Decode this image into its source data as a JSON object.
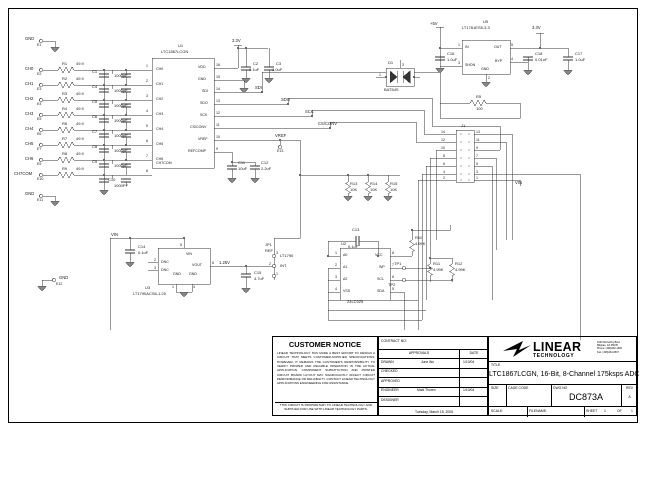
{
  "sheet": {
    "title_block": {
      "customer_notice_heading": "CUSTOMER NOTICE",
      "customer_notice_body": "LINEAR TECHNOLOGY HAS MADE A BEST EFFORT TO DESIGN A CIRCUIT THAT MEETS CUSTOMER-SUPPLIED SPECIFICATIONS; HOWEVER, IT REMAINS THE CUSTOMER'S RESPONSIBILITY TO VERIFY PROPER AND RELIABLE OPERATION IN THE ACTUAL APPLICATION.  COMPONENT SUBSTITUTION AND PRINTED CIRCUIT BOARD LAYOUT MAY SIGNIFICANTLY AFFECT CIRCUIT PERFORMANCE OR RELIABILITY.  CONTACT LINEAR TECHNOLOGY APPLICATIONS ENGINEERING FOR ASSISTANCE.",
      "customer_notice_footer": "THIS CIRCUIT IS PROPRIETARY TO LINEAR TECHNOLOGY AND SUPPLIED FOR USE WITH LINEAR TECHNOLOGY PARTS.",
      "contract_no_label": "CONTRACT NO:",
      "approvals_label": "APPROVALS",
      "date_label": "DATE",
      "rows": [
        {
          "role": "DRAWN",
          "name": "June Wu",
          "date": "1/10/04"
        },
        {
          "role": "CHECKED",
          "name": "",
          "date": ""
        },
        {
          "role": "APPROVED",
          "name": "",
          "date": ""
        },
        {
          "role": "ENGINEER",
          "name": "Mark Thoren",
          "date": "1/10/04"
        },
        {
          "role": "DESIGNER",
          "name": "",
          "date": ""
        }
      ],
      "print_date": "Tuesday, March 15, 2005",
      "company_name": "LINEAR",
      "company_sub": "TECHNOLOGY",
      "company_address": "1630 McCarthy Blvd.\nMilpitas, CA 95035\nPhone: (408)432-1900\nFax: (408)434-0507",
      "title_label": "TITLE",
      "title_value": "LTC1867LCGN, 16-Bit, 8-Channel 175ksps ADC",
      "size_label": "SIZE",
      "size_value": "",
      "cage_code_label": "CAGE CODE",
      "cage_code_value": "",
      "dwg_no_label": "DWG.NO",
      "dwg_no_value": "DC873A",
      "rev_label": "REV",
      "rev_value": "A",
      "scale_label": "SCALE:",
      "scale_value": "",
      "filename_label": "FILENAME:",
      "filename_value": "",
      "sheet_label": "SHEET",
      "sheet_number": "1",
      "of_label": "OF",
      "sheet_total": "1"
    },
    "nets": {
      "gnd_top": "GND",
      "gnd_top_ref": "E1",
      "gnd_bottom": "GND",
      "gnd_bottom_ref": "E11",
      "gnd_u3": "GND",
      "gnd_u3_ref": "E12",
      "vref": "VREF",
      "vref_ref": "E13",
      "v3v3_a": "3.3V",
      "v3v3_b": "3.3V",
      "v5": "+5V",
      "vin_left": "VIN",
      "vin_right": "VIN",
      "sdi": "SDI",
      "sdo": "SDO",
      "sck": "SCK",
      "cs_conv": "CS/CONV",
      "ref_125": "1.25V"
    },
    "channels": [
      {
        "name": "CH0",
        "ref": "E2",
        "res": "R1",
        "res_val": "49.9",
        "cap": "C1",
        "cap_val": "1000pF",
        "pin": "1"
      },
      {
        "name": "CH1",
        "ref": "E3",
        "res": "R2",
        "res_val": "49.9",
        "cap": "C4",
        "cap_val": "1000pF",
        "pin": "2"
      },
      {
        "name": "CH2",
        "ref": "E4",
        "res": "R3",
        "res_val": "49.9",
        "cap": "C5",
        "cap_val": "1000pF",
        "pin": "3"
      },
      {
        "name": "CH3",
        "ref": "E5",
        "res": "R4",
        "res_val": "49.9",
        "cap": "C6",
        "cap_val": "1000pF",
        "pin": "4"
      },
      {
        "name": "CH4",
        "ref": "E6",
        "res": "R6",
        "res_val": "49.9",
        "cap": "C7",
        "cap_val": "1000pF",
        "pin": "5"
      },
      {
        "name": "CH5",
        "ref": "E7",
        "res": "R7",
        "res_val": "49.9",
        "cap": "C8",
        "cap_val": "1000pF",
        "pin": "6"
      },
      {
        "name": "CH6",
        "ref": "E9",
        "res": "R8",
        "res_val": "49.9",
        "cap": "C9",
        "cap_val": "1000pF",
        "pin": "7"
      },
      {
        "name": "CH7COM",
        "ref": "E10",
        "res": "R9",
        "res_val": "49.9",
        "cap": "C10",
        "cap_val": "1000PF",
        "pin": "8"
      }
    ],
    "components": {
      "u1": {
        "refdes": "U1",
        "part": "LTC1867LCGN",
        "left_pins": [
          {
            "num": "1",
            "name": "CH0"
          },
          {
            "num": "2",
            "name": "CH1"
          },
          {
            "num": "3",
            "name": "CH2"
          },
          {
            "num": "4",
            "name": "CH3"
          },
          {
            "num": "5",
            "name": "CH4"
          },
          {
            "num": "6",
            "name": "CH5"
          },
          {
            "num": "7",
            "name": "CH6"
          },
          {
            "num": "8",
            "name": "CH7COM"
          }
        ],
        "right_pins": [
          {
            "num": "16",
            "name": "VDD"
          },
          {
            "num": "15",
            "name": "GND"
          },
          {
            "num": "14",
            "name": "SDI"
          },
          {
            "num": "13",
            "name": "SDO"
          },
          {
            "num": "12",
            "name": "SCK"
          },
          {
            "num": "11",
            "name": "CS/CONV"
          },
          {
            "num": "10",
            "name": "VREF"
          },
          {
            "num": "9",
            "name": "REFCOMP"
          }
        ]
      },
      "u2": {
        "refdes": "U2",
        "part": "24LC025",
        "left_pins": [
          {
            "num": "1",
            "name": "A0"
          },
          {
            "num": "2",
            "name": "A1"
          },
          {
            "num": "3",
            "name": "A2"
          },
          {
            "num": "4",
            "name": "VSS"
          }
        ],
        "right_pins": [
          {
            "num": "8",
            "name": "VCC"
          },
          {
            "num": "7",
            "name": "WP"
          },
          {
            "num": "6",
            "name": "SCL"
          },
          {
            "num": "5",
            "name": "SDA"
          }
        ]
      },
      "u3": {
        "refdes": "U3",
        "part": "LT1790ACS6-1.25",
        "pins": [
          {
            "num": "2",
            "name": "DNC"
          },
          {
            "num": "3",
            "name": "DNC"
          },
          {
            "num": "5",
            "name": "VIN"
          },
          {
            "num": "6",
            "name": "VOUT"
          },
          {
            "num": "1",
            "name": "GND"
          },
          {
            "num": "4",
            "name": "GND"
          }
        ]
      },
      "u5": {
        "refdes": "U5",
        "part": "LT1761ES5-3.3",
        "pins": [
          {
            "num": "1",
            "name": "IN"
          },
          {
            "num": "3",
            "name": "SHDN"
          },
          {
            "num": "5",
            "name": "OUT"
          },
          {
            "num": "4",
            "name": "BYP"
          },
          {
            "num": "2",
            "name": "GND"
          }
        ]
      },
      "d1": {
        "refdes": "D1",
        "part": "BAT54S",
        "pin_a": "1",
        "pin_b": "3",
        "pin_c": "2"
      },
      "j1": {
        "refdes": "J1",
        "left_pins": [
          "14",
          "12",
          "10",
          "8",
          "6",
          "4",
          "2"
        ],
        "right_pins": [
          "13",
          "11",
          "9",
          "7",
          "5",
          "3",
          "1"
        ]
      },
      "jp1": {
        "refdes": "JP1",
        "label": "REF",
        "opt_a": "LT1790",
        "opt_b": "INT.",
        "pin1": "1",
        "pin2": "2",
        "pin3": "3"
      }
    },
    "passives": [
      {
        "ref": "C2",
        "val": "0.1uF"
      },
      {
        "ref": "C3",
        "val": "1.0uF"
      },
      {
        "ref": "C11",
        "val": "10uF"
      },
      {
        "ref": "C12",
        "val": "2.2uF"
      },
      {
        "ref": "C13",
        "val": "0.1uF"
      },
      {
        "ref": "C14",
        "val": "0.1uF"
      },
      {
        "ref": "C15",
        "val": "4.7uF"
      },
      {
        "ref": "C16",
        "val": "1.0uF"
      },
      {
        "ref": "C17",
        "val": "1.0uF"
      },
      {
        "ref": "C18",
        "val": "0.01uF"
      },
      {
        "ref": "R5",
        "val": "100"
      },
      {
        "ref": "R10",
        "val": "4.99K"
      },
      {
        "ref": "R11",
        "val": "4.99K"
      },
      {
        "ref": "R12",
        "val": "4.99K"
      },
      {
        "ref": "R13",
        "val": "10K"
      },
      {
        "ref": "R14",
        "val": "10K"
      },
      {
        "ref": "R15",
        "val": "10K"
      }
    ],
    "testpoints": [
      {
        "ref": "TP1"
      },
      {
        "ref": "TP2"
      }
    ]
  }
}
